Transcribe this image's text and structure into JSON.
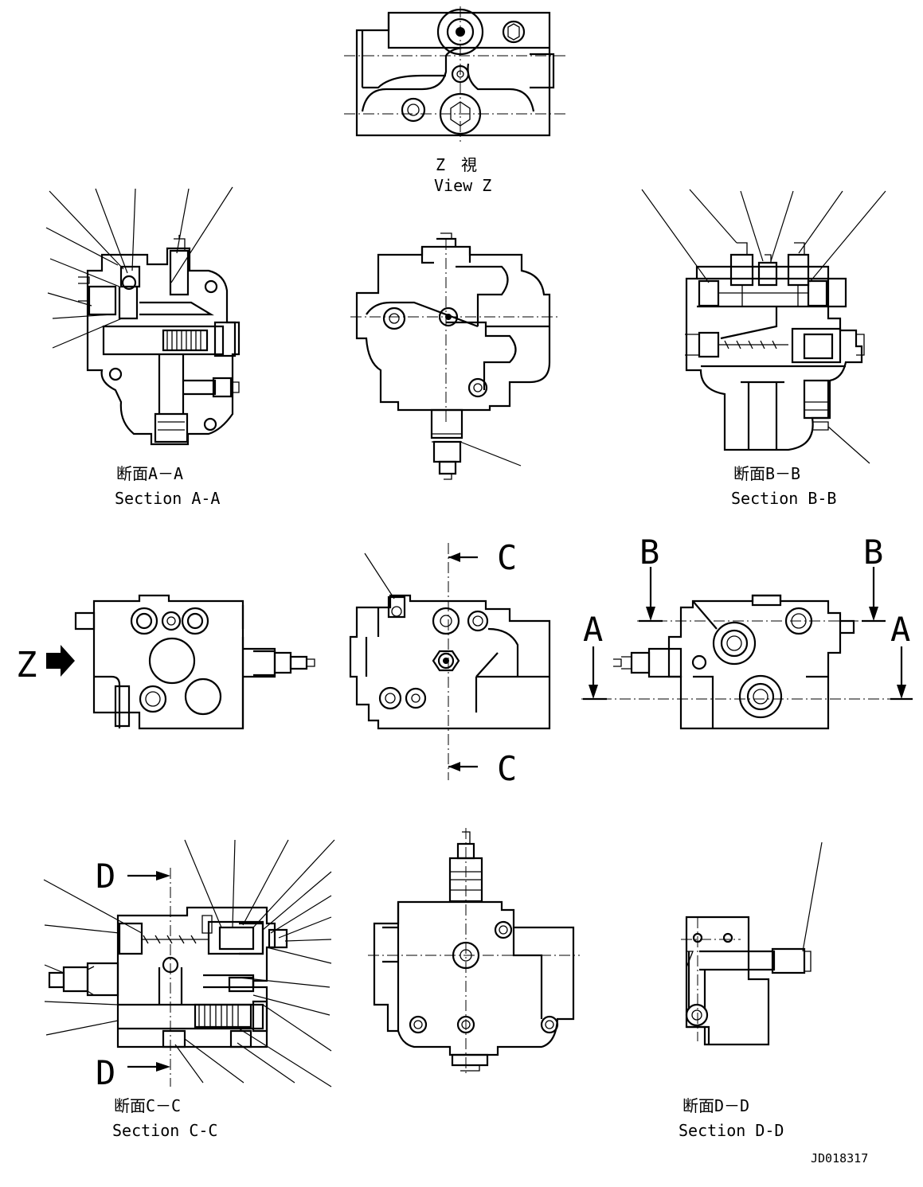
{
  "labels": {
    "view_z_jp": "Z　視",
    "view_z_en": "View Z",
    "section_aa_jp": "断面A－A",
    "section_aa_en": "Section A-A",
    "section_bb_jp": "断面B－B",
    "section_bb_en": "Section B-B",
    "section_cc_jp": "断面C－C",
    "section_cc_en": "Section C-C",
    "section_dd_jp": "断面D－D",
    "section_dd_en": "Section D-D",
    "drawing_number": "JD018317"
  },
  "markers": {
    "a": "A",
    "b": "B",
    "c": "C",
    "d": "D",
    "z": "Z"
  }
}
